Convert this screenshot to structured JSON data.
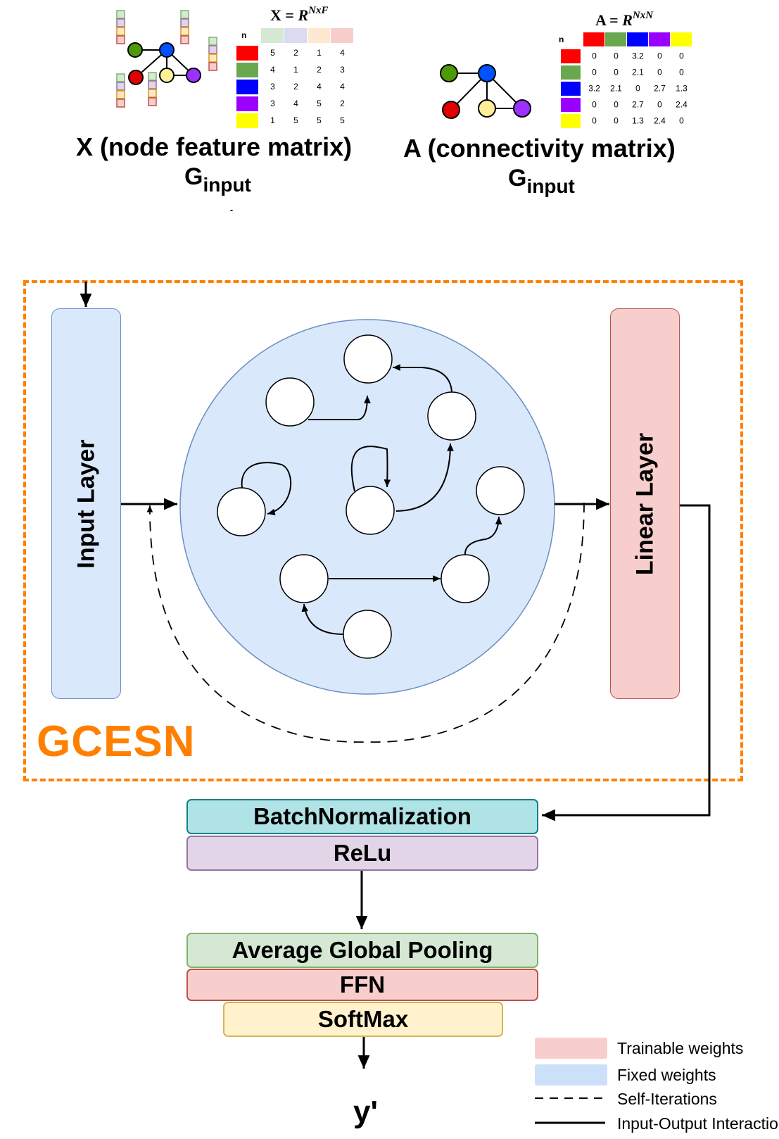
{
  "x_matrix": {
    "formula_lhs": "X = ",
    "formula_base": "R",
    "formula_sup": "NxF",
    "corner_label": "n",
    "header_colors": [
      "#d5e8d4",
      "#dadbf0",
      "#fde9d2",
      "#f8cecc"
    ],
    "row_colors": [
      "#ff0000",
      "#6aa84f",
      "#0000ff",
      "#9b00ff",
      "#ffff00"
    ],
    "rows": [
      [
        "5",
        "2",
        "1",
        "4"
      ],
      [
        "4",
        "1",
        "2",
        "3"
      ],
      [
        "3",
        "2",
        "4",
        "4"
      ],
      [
        "3",
        "4",
        "5",
        "2"
      ],
      [
        "1",
        "5",
        "5",
        "5"
      ]
    ],
    "heading": "X (node feature matrix)",
    "g_base": "G",
    "g_sub": "input"
  },
  "a_matrix": {
    "formula_lhs": "A = ",
    "formula_base": "R",
    "formula_sup": "NxN",
    "corner_label": "n",
    "header_colors": [
      "#ff0000",
      "#6aa84f",
      "#0000ff",
      "#9b00ff",
      "#ffff00"
    ],
    "row_colors": [
      "#ff0000",
      "#6aa84f",
      "#0000ff",
      "#9b00ff",
      "#ffff00"
    ],
    "rows": [
      [
        "0",
        "0",
        "3.2",
        "0",
        "0"
      ],
      [
        "0",
        "0",
        "2.1",
        "0",
        "0"
      ],
      [
        "3.2",
        "2.1",
        "0",
        "2.7",
        "1.3"
      ],
      [
        "0",
        "0",
        "2.7",
        "0",
        "2.4"
      ],
      [
        "0",
        "0",
        "1.3",
        "2.4",
        "0"
      ]
    ],
    "heading": "A (connectivity matrix)",
    "g_base": "G",
    "g_sub": "input"
  },
  "graph_node_colors": {
    "green": "#4e9a06",
    "blue": "#0051ff",
    "red": "#e00000",
    "yellow": "#ffef99",
    "purple": "#9b30ff"
  },
  "gcesn": {
    "label": "GCESN",
    "frame_color": "#ff8000",
    "input_layer": "Input Layer",
    "linear_layer": "Linear Layer",
    "reservoir_color": "#dae8fc"
  },
  "pipeline": {
    "batchnorm": "BatchNormalization",
    "relu": "ReLu",
    "avg_pool": "Average Global Pooling",
    "ffn": "FFN",
    "softmax": "SoftMax",
    "output": "y'"
  },
  "legend": [
    {
      "label": "Trainable weights",
      "color": "#f8cecc"
    },
    {
      "label": "Fixed weights",
      "color": "#cce0fa"
    },
    {
      "label": "Self-Iterations",
      "style": "dashed"
    },
    {
      "label": "Input-Output Interaction",
      "style": "solid"
    }
  ]
}
